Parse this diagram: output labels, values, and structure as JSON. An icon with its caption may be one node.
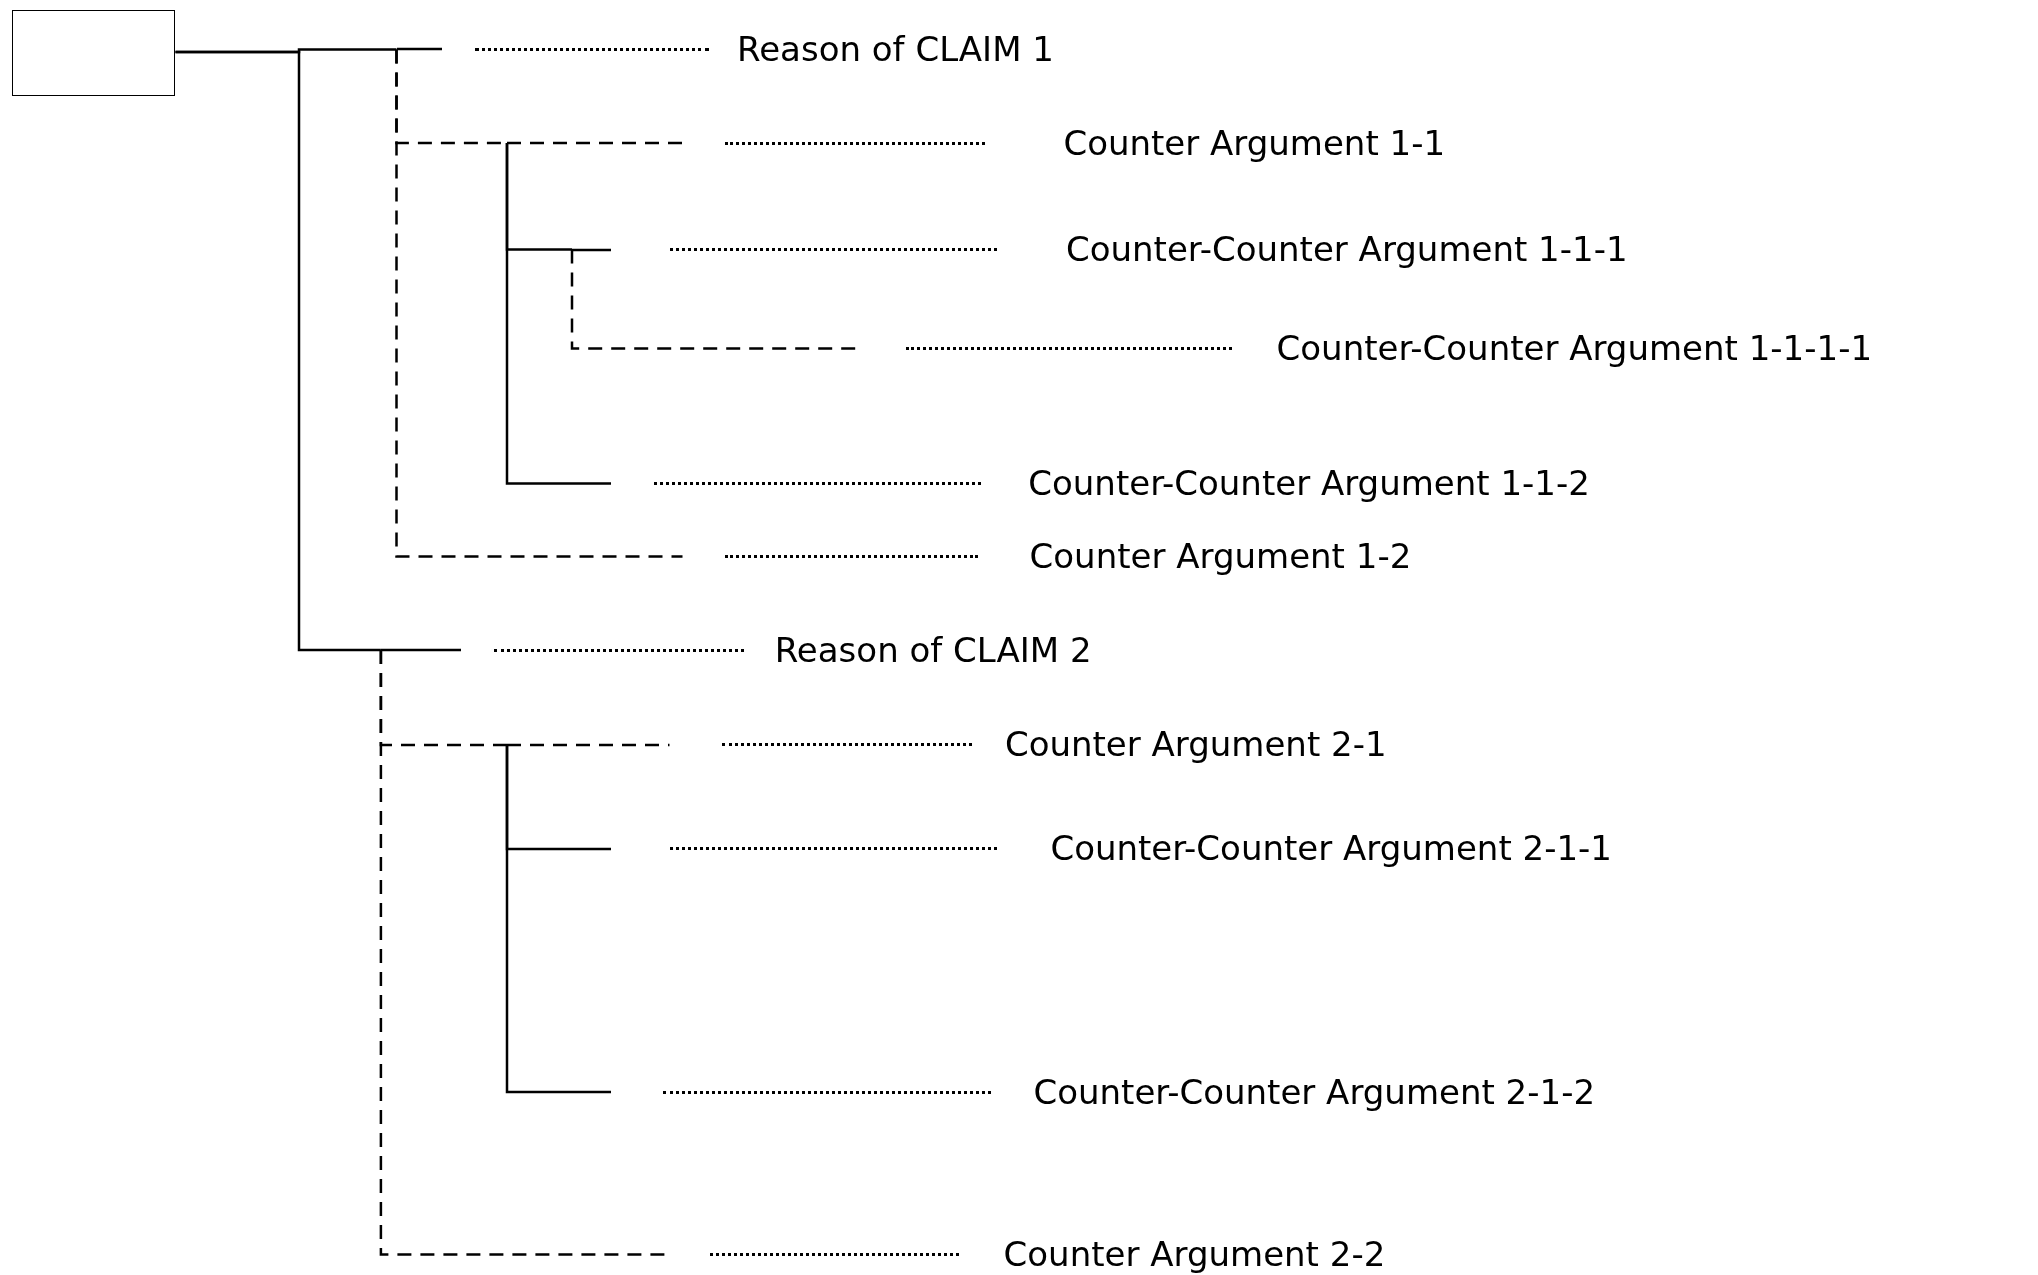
{
  "diagram": {
    "nodes": [
      {
        "text": [],
        "shape": "box"
      },
      {
        "text": [
          "Reason of CLAIM 1"
        ]
      },
      {
        "text": [
          "Counter Argument 1-1"
        ]
      },
      {
        "text": [
          "Counter-Counter Argument 1-1-1"
        ]
      },
      {
        "text": [
          "Counter-Counter Argument 1-1-1-1"
        ]
      },
      {
        "text": [
          "Counter-Counter Argument 1-1-2"
        ]
      },
      {
        "text": [
          "Counter Argument 1-2"
        ]
      },
      {
        "text": [
          "Reason of CLAIM 2"
        ]
      },
      {
        "text": [
          "Counter Argument 2-1"
        ]
      },
      {
        "text": [
          "Counter-Counter Argument 2-1-1"
        ]
      },
      {
        "text": [
          "Counter-Counter Argument 2-1-2"
        ]
      },
      {
        "text": [
          "Counter Argument 2-2"
        ]
      }
    ],
    "edges": [
      {
        "from": 0,
        "to": 1,
        "arrow": "none"
      },
      {
        "from": 1,
        "to": 2,
        "arrow": "none",
        "style": "dashed"
      },
      {
        "from": 2,
        "to": 3,
        "arrow": "none"
      },
      {
        "from": 3,
        "to": 4,
        "arrow": "none",
        "style": "dashed"
      },
      {
        "from": 2,
        "to": 5,
        "arrow": "none"
      },
      {
        "from": 1,
        "to": 6,
        "arrow": "none",
        "style": "dashed"
      },
      {
        "from": 0,
        "to": 7,
        "arrow": "none"
      },
      {
        "from": 7,
        "to": 8,
        "arrow": "none",
        "style": "dashed"
      },
      {
        "from": 8,
        "to": 9,
        "arrow": "none"
      },
      {
        "from": 8,
        "to": 10,
        "arrow": "none"
      },
      {
        "from": 7,
        "to": 11,
        "arrow": "none",
        "style": "dashed"
      }
    ]
  }
}
